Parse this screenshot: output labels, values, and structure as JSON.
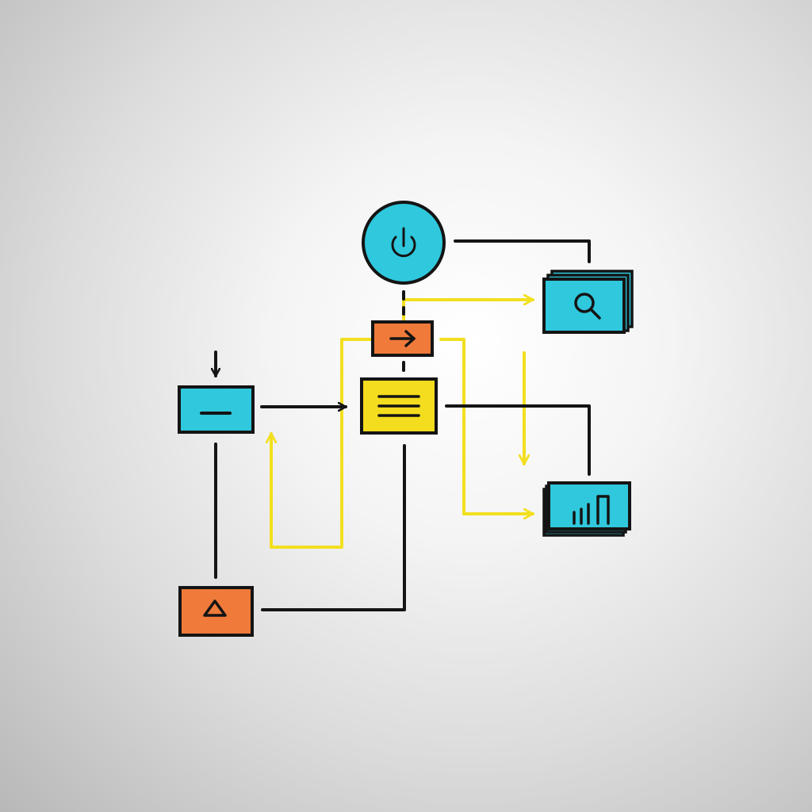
{
  "diagram": {
    "palette": {
      "cyan": "#2fc8dc",
      "yellow": "#f4dc1e",
      "orange": "#f07a3a",
      "stroke": "#141414",
      "flow": "#f2df1f"
    },
    "nodes": [
      {
        "id": "power",
        "shape": "circle",
        "color": "cyan",
        "icon": "power-icon"
      },
      {
        "id": "search",
        "shape": "stacked-window",
        "color": "cyan",
        "icon": "magnifier-icon"
      },
      {
        "id": "next",
        "shape": "box",
        "color": "orange",
        "icon": "right-arrow-icon"
      },
      {
        "id": "input",
        "shape": "box",
        "color": "cyan",
        "icon": "minus-icon"
      },
      {
        "id": "document",
        "shape": "box",
        "color": "yellow",
        "icon": "lines-icon"
      },
      {
        "id": "analytics",
        "shape": "stacked-window",
        "color": "cyan",
        "icon": "bar-chart-icon"
      },
      {
        "id": "warning",
        "shape": "box",
        "color": "orange",
        "icon": "triangle-icon"
      }
    ],
    "connections": [
      {
        "from": "power",
        "to": "search",
        "style": "line"
      },
      {
        "from": "input",
        "to": "document",
        "style": "arrow"
      },
      {
        "from": "input",
        "to": "warning",
        "style": "line"
      },
      {
        "from": "document",
        "to": "warning",
        "style": "line"
      },
      {
        "from": "document",
        "to": "analytics",
        "style": "line"
      },
      {
        "from": "power",
        "to": "next",
        "style": "dashed"
      },
      {
        "from": "next",
        "to": "search",
        "style": "flow-arrow"
      },
      {
        "from": "next",
        "to": "analytics",
        "style": "flow-arrow"
      },
      {
        "from": "next",
        "to": "input",
        "style": "flow-arrow"
      },
      {
        "from": "search",
        "to": "analytics",
        "style": "flow-arrow"
      },
      {
        "from": "external",
        "to": "input",
        "style": "arrow"
      }
    ]
  }
}
